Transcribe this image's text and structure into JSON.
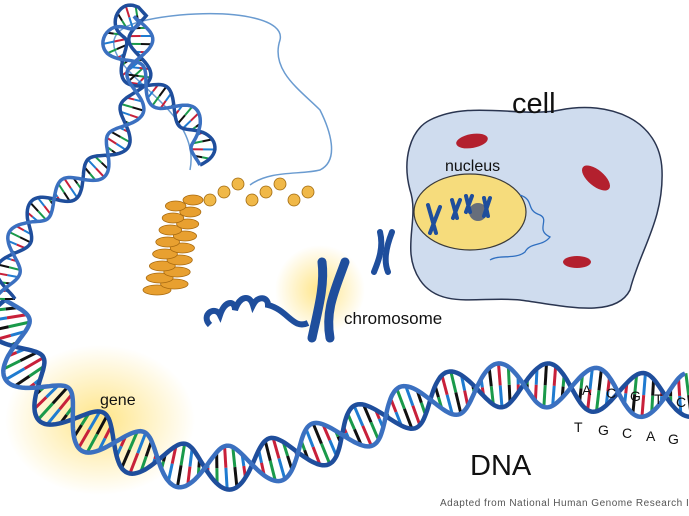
{
  "labels": {
    "cell": "cell",
    "nucleus": "nucleus",
    "chromosome": "chromosome",
    "gene": "gene",
    "dna": "DNA"
  },
  "base_pairs": {
    "top": [
      "A",
      "C",
      "G",
      "T",
      "C"
    ],
    "bottom": [
      "T",
      "G",
      "C",
      "A",
      "G"
    ]
  },
  "caption": "Adapted from National Human Genome Research Ins",
  "colors": {
    "strand": "#1f4e9c",
    "base_red": "#c8203a",
    "base_green": "#1a9a4a",
    "base_blue": "#1f7bd0",
    "base_black": "#111111",
    "cell_fill": "#cfdcee",
    "nucleus_fill": "#f6dc7c",
    "mito": "#b3202e",
    "chromatin": "#e8a030"
  }
}
